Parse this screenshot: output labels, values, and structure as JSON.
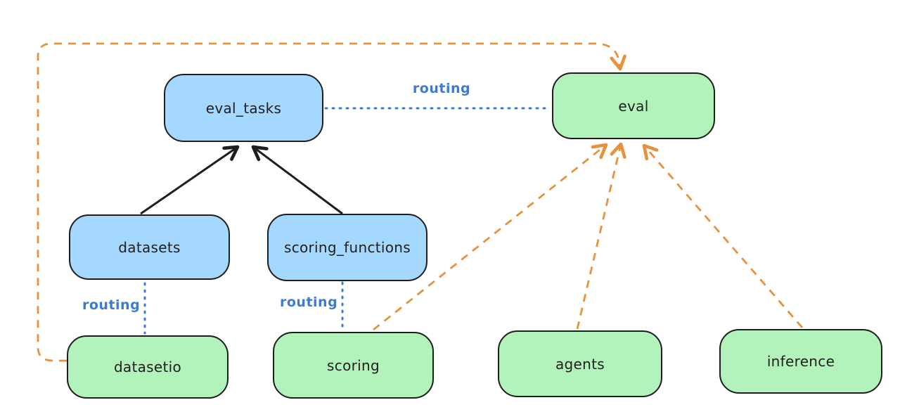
{
  "diagram": {
    "title": "",
    "nodes": {
      "eval_tasks": {
        "label": "eval_tasks",
        "kind": "api"
      },
      "datasets": {
        "label": "datasets",
        "kind": "api"
      },
      "scoring_functions": {
        "label": "scoring_functions",
        "kind": "api"
      },
      "eval": {
        "label": "eval",
        "kind": "provider"
      },
      "datasetio": {
        "label": "datasetio",
        "kind": "provider"
      },
      "scoring": {
        "label": "scoring",
        "kind": "provider"
      },
      "agents": {
        "label": "agents",
        "kind": "provider"
      },
      "inference": {
        "label": "inference",
        "kind": "provider"
      }
    },
    "edges": [
      {
        "from": "datasets",
        "to": "eval_tasks",
        "style": "solid-black-arrow",
        "label": ""
      },
      {
        "from": "scoring_functions",
        "to": "eval_tasks",
        "style": "solid-black-arrow",
        "label": ""
      },
      {
        "from": "eval_tasks",
        "to": "eval",
        "style": "dotted-blue",
        "label": "routing"
      },
      {
        "from": "datasets",
        "to": "datasetio",
        "style": "dotted-blue",
        "label": "routing"
      },
      {
        "from": "scoring_functions",
        "to": "scoring",
        "style": "dotted-blue",
        "label": "routing"
      },
      {
        "from": "datasetio",
        "to": "eval",
        "style": "dashed-orange-arrow",
        "label": ""
      },
      {
        "from": "scoring",
        "to": "eval",
        "style": "dashed-orange-arrow",
        "label": ""
      },
      {
        "from": "agents",
        "to": "eval",
        "style": "dashed-orange-arrow",
        "label": ""
      },
      {
        "from": "inference",
        "to": "eval",
        "style": "dashed-orange-arrow",
        "label": ""
      }
    ],
    "colors": {
      "api_fill": "#a5d8ff",
      "provider_fill": "#b2f2bb",
      "stroke": "#1e1e1e",
      "routing_blue": "#3c7bd0",
      "dependency_orange": "#e8913d",
      "background": "#ffffff"
    }
  }
}
